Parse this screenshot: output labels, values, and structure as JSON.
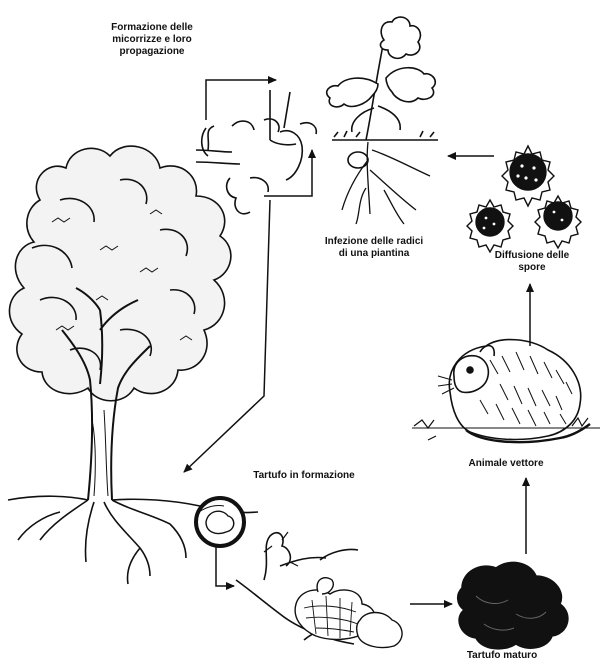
{
  "labels": {
    "mycorrhiza_line1": "Formazione delle",
    "mycorrhiza_line2": "micorrizze e loro",
    "mycorrhiza_line3": "propagazione",
    "root_infection_line1": "Infezione delle radici",
    "root_infection_line2": "di una piantina",
    "spore_diffusion_line1": "Diffusione delle",
    "spore_diffusion_line2": "spore",
    "vector_animal": "Animale vettore",
    "truffle_forming": "Tartufo in formazione",
    "mature_truffle": "Tartufo maturo"
  },
  "colors": {
    "ink": "#111111",
    "paper": "#ffffff",
    "foliage": "#f3f3f3"
  }
}
